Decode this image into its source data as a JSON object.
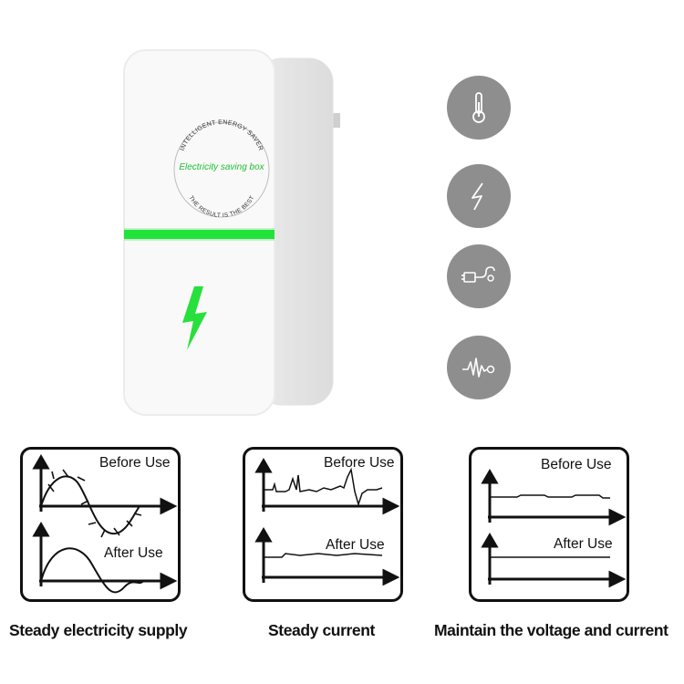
{
  "product": {
    "arc_top_text": "INTELLIGENT ENERGY SAVER",
    "brand_text": "Electricity saving box",
    "arc_bottom_text": "THE RESULT IS THE BEST",
    "colors": {
      "accent_green": "#22e33a",
      "body": "#f7f7f7"
    }
  },
  "features": [
    {
      "icon": "thermometer-icon"
    },
    {
      "icon": "lightning-icon"
    },
    {
      "icon": "plug-icon"
    },
    {
      "icon": "waveform-icon"
    }
  ],
  "panels": [
    {
      "before_label": "Before Use",
      "after_label": "After Use",
      "caption": "Steady electricity supply"
    },
    {
      "before_label": "Before Use",
      "after_label": "After Use",
      "caption": "Steady current"
    },
    {
      "before_label": "Before Use",
      "after_label": "After Use",
      "caption": "Maintain the voltage and current"
    }
  ]
}
